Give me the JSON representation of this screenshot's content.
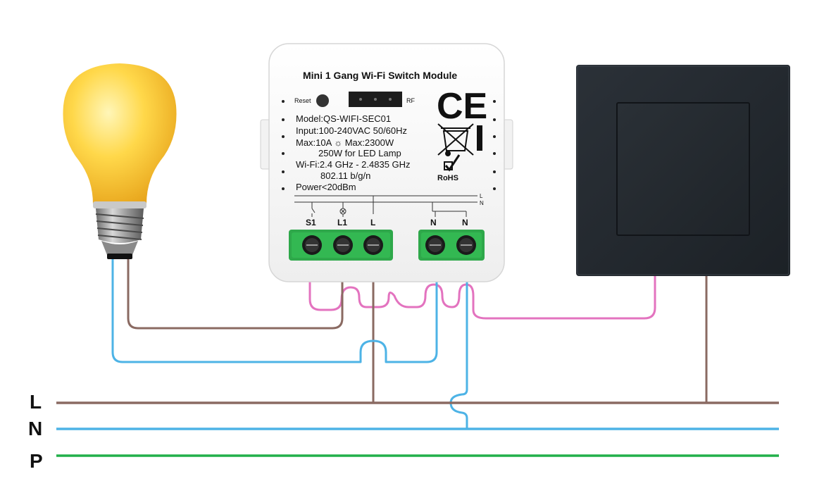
{
  "module": {
    "title": "Mini 1 Gang Wi-Fi Switch Module",
    "reset_label": "Reset",
    "rf_label": "RF",
    "specs": [
      "Model:QS-WIFI-SEC01",
      "Input:100-240VAC 50/60Hz",
      "Max:10A ☼ Max:2300W",
      "250W for LED Lamp",
      "Wi-Fi:2.4 GHz - 2.4835 GHz",
      "802.11 b/g/n",
      "Power<20dBm"
    ],
    "ce_mark": "CE",
    "rohs_label": "RoHS",
    "rail_labels": [
      "L",
      "N"
    ],
    "terminals": [
      "S1",
      "L1",
      "L",
      "N",
      "N"
    ]
  },
  "bus_lines": {
    "labels": [
      "L",
      "N",
      "P"
    ],
    "colors": {
      "L": "#8a6a62",
      "N": "#4db3e6",
      "P": "#22b04a"
    }
  },
  "wire_colors": {
    "switch": "#e373bf",
    "live": "#8a6a62",
    "neutral": "#4db3e6"
  },
  "icons": [
    "light-bulb-icon",
    "wall-switch-icon",
    "ce-mark-icon",
    "weee-bin-icon",
    "rohs-check-icon",
    "reset-button-icon"
  ]
}
